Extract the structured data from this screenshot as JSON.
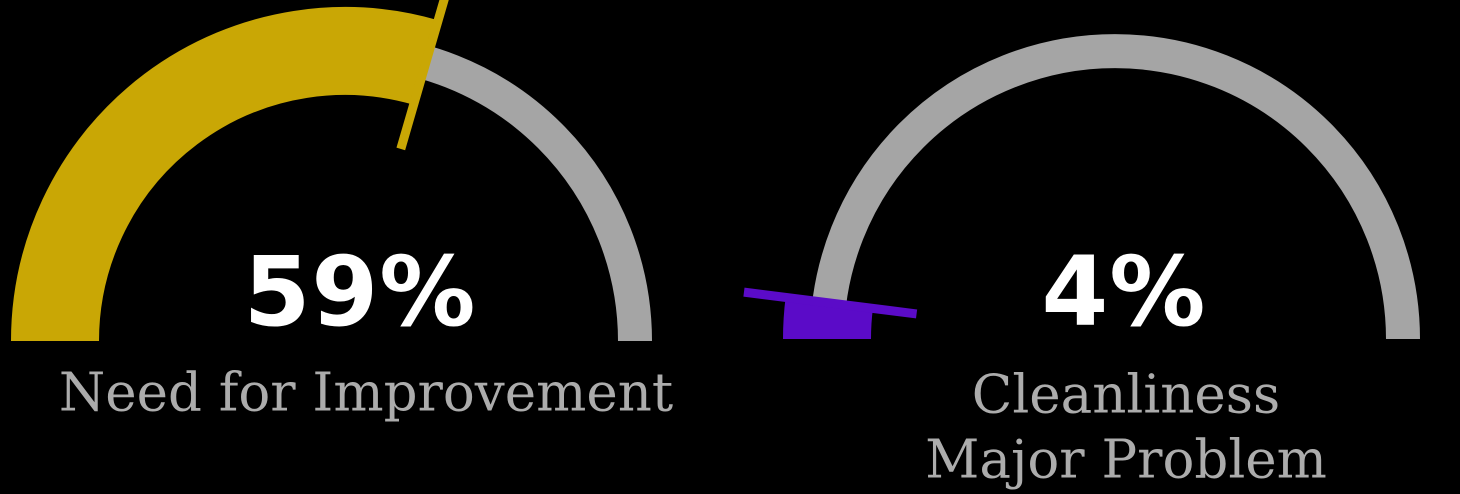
{
  "background_color": "#000000",
  "text_colors": {
    "value": "#ffffff",
    "label": "#acacac"
  },
  "chart_data": [
    {
      "type": "gauge",
      "value": 59,
      "unit": "%",
      "display_value": "59%",
      "label": "Need for Improvement",
      "color": "#C9A705",
      "track_color": "#A5A5A5",
      "range": [
        0,
        100
      ],
      "shape": "semicircle",
      "start_side": "left",
      "needle": true
    },
    {
      "type": "gauge",
      "value": 4,
      "unit": "%",
      "display_value": "4%",
      "label": "Cleanliness Major Problem",
      "color": "#5B0BC8",
      "track_color": "#A5A5A5",
      "range": [
        0,
        100
      ],
      "shape": "semicircle",
      "start_side": "left",
      "needle": true
    }
  ]
}
